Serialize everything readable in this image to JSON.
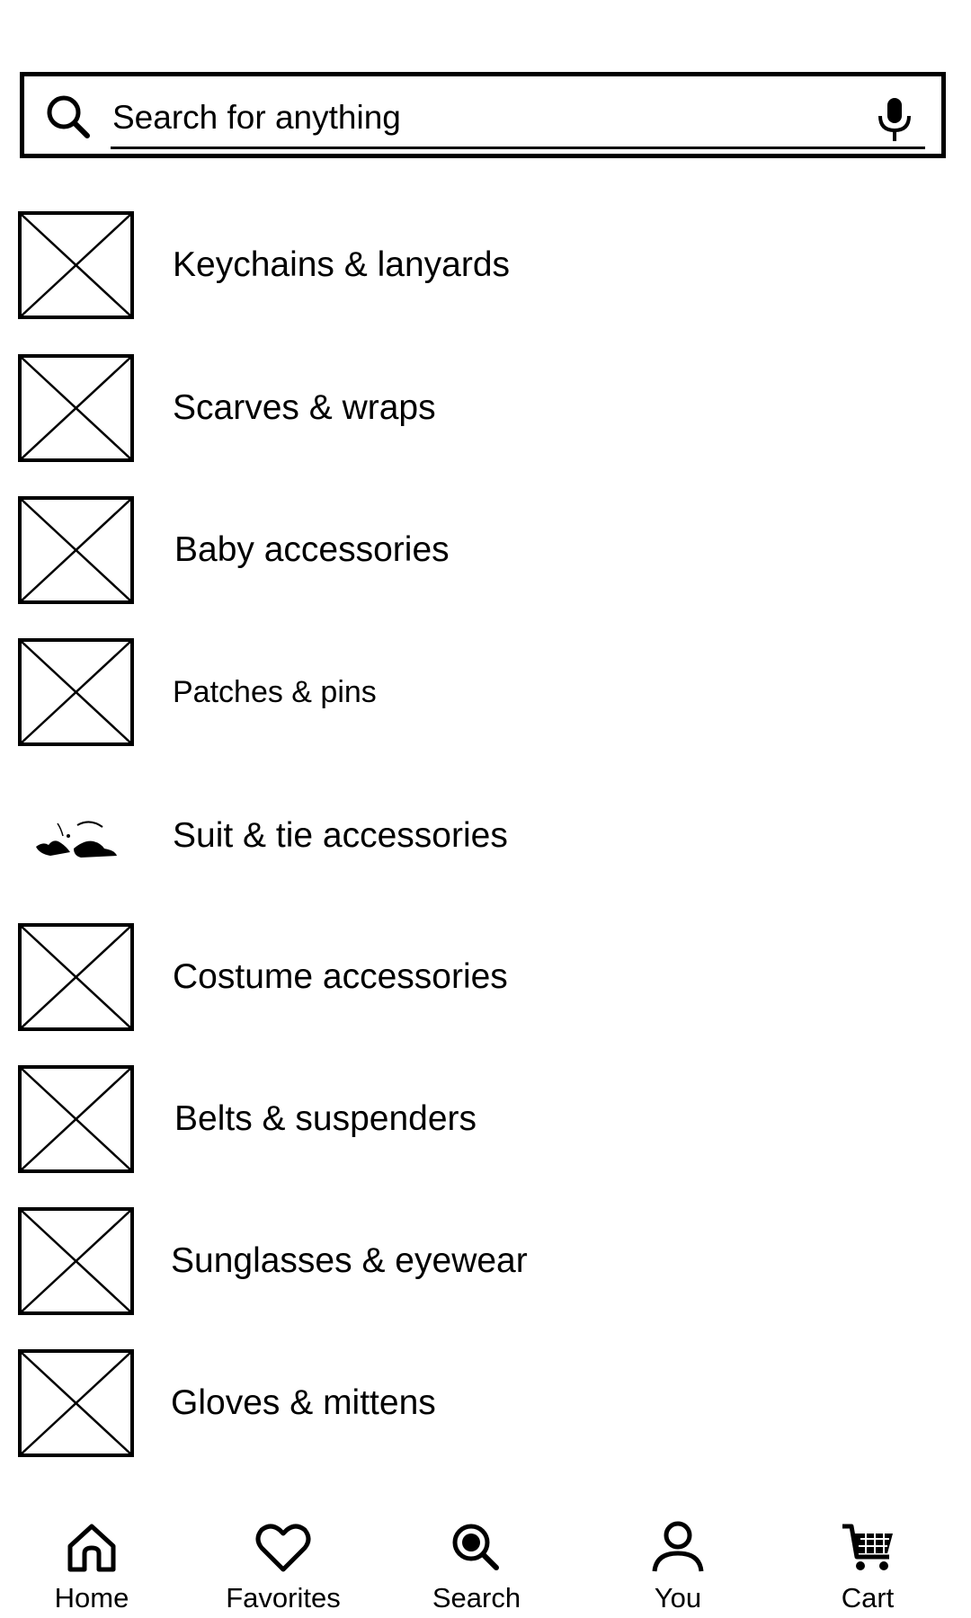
{
  "search": {
    "placeholder": "Search for anything",
    "search_icon": "search-icon",
    "mic_icon": "microphone-icon"
  },
  "categories": [
    {
      "label": "Keychains & lanyards",
      "image": "placeholder-image"
    },
    {
      "label": "Scarves & wraps",
      "image": "placeholder-image"
    },
    {
      "label": "Baby accessories",
      "image": "placeholder-image"
    },
    {
      "label": "Patches & pins",
      "image": "placeholder-image"
    },
    {
      "label": "Suit & tie accessories",
      "image": "product-photo"
    },
    {
      "label": "Costume accessories",
      "image": "placeholder-image"
    },
    {
      "label": "Belts & suspenders",
      "image": "placeholder-image"
    },
    {
      "label": "Sunglasses & eyewear",
      "image": "placeholder-image"
    },
    {
      "label": "Gloves & mittens",
      "image": "placeholder-image"
    }
  ],
  "nav": [
    {
      "label": "Home",
      "icon": "home-icon"
    },
    {
      "label": "Favorites",
      "icon": "heart-icon"
    },
    {
      "label": "Search",
      "icon": "search-icon"
    },
    {
      "label": "You",
      "icon": "user-icon"
    },
    {
      "label": "Cart",
      "icon": "cart-icon"
    }
  ]
}
